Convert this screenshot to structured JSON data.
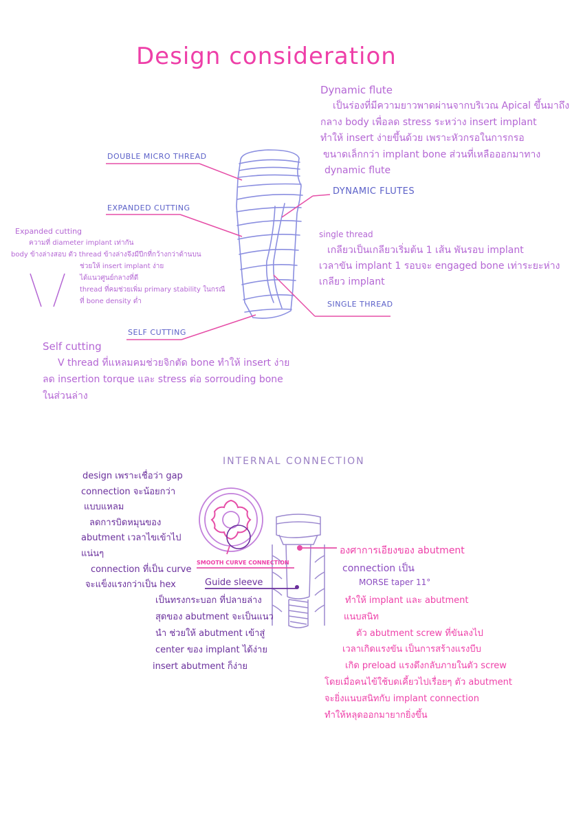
{
  "title": "Design consideration",
  "colors": {
    "pink": "#ee3fa8",
    "purple": "#b466d4",
    "violet": "#8b4bc0",
    "blue": "#5b60c8",
    "dark": "#6a2f9c"
  },
  "implant_diagram": {
    "labels": {
      "double_micro_thread": "DOUBLE MICRO THREAD",
      "expanded_cutting": "EXPANDED CUTTING",
      "self_cutting": "SELF CUTTING",
      "dynamic_flutes": "DYNAMIC    FLUTES",
      "single_thread": "SINGLE THREAD"
    }
  },
  "dynamic_flute": {
    "heading": "Dynamic  flute",
    "lines": [
      "เป็นร่องที่มีความยาวพาดผ่านจากบริเวณ Apical ขึ้นมาถึง",
      "กลาง body เพื่อลด stress ระหว่าง insert implant",
      "ทำให้ insert ง่ายขึ้นด้วย เพราะหัวกรอในการกรอ",
      "ขนาดเล็กกว่า implant   bone ส่วนที่เหลือออกมาทาง",
      "dynamic flute"
    ]
  },
  "single_thread_note": {
    "heading": "single thread",
    "lines": [
      "เกลียวเป็นเกลียวเริ่มต้น 1 เส้น พันรอบ implant",
      "เวลาขัน implant 1 รอบจะ engaged bone เท่าระยะห่าง",
      "เกลียว implant"
    ]
  },
  "expanded_cutting_note": {
    "heading": "Expanded cutting",
    "lines": [
      "ความที่ diameter implant เท่ากัน",
      "body ข้างล่างสอบ ตัว thread ข้างล่างจึงมีปีกที่กว้างกว่าด้านบน",
      "ช่วยให้ insert implant ง่าย",
      "ได้แนวศูนย์กลางที่ดี",
      "thread ที่คมช่วยเพิ่ม primary stability ในกรณี",
      "ที่ bone density ต่ำ"
    ]
  },
  "self_cutting_note": {
    "heading": "Self cutting",
    "lines": [
      "V  thread ที่แหลมคมช่วยจิกตัด bone ทำให้ insert ง่าย",
      "ลด insertion torque และ stress ต่อ sorrouding bone",
      "ในส่วนล่าง"
    ]
  },
  "internal_connection": {
    "heading": "INTERNAL CONNECTION",
    "label_smooth_curve": "SMOOTH CURVE CONNECTION",
    "label_guide_sleeve": "Guide  sleeve",
    "left_lines": [
      "design เพราะเชื่อว่า gap",
      "connection จะน้อยกว่า",
      "แบบแหลม",
      "ลดการบิดหมุนของ",
      "abutment เวลาไขเข้าไป",
      "แน่นๆ",
      "connection ที่เป็น curve",
      "จะแข็งแรงกว่าเป็น hex"
    ],
    "guide_lines": [
      "เป็นทรงกระบอก ที่ปลายล่าง",
      "สุดของ abutment จะเป็นแนว",
      "นำ ช่วยให้ abutment เข้าสู่",
      "center ของ implant ได้ง่าย",
      "insert abutment ก็ง่าย"
    ],
    "right_purple_lines": [
      "connection  เป็น",
      "MORSE  taper 11°"
    ],
    "right_pink_lines": [
      "องศาการเอียงของ abutment",
      "ทำให้ implant และ abutment",
      "แนบสนิท",
      "ตัว abutment screw ที่ขันลงไป",
      "เวลาเกิดแรงขัน เป็นการสร้างแรงบีบ",
      "เกิด preload แรงดึงกลับภายในตัว screw",
      "โดยเมื่อคนไข้ใช้บดเคี้ยวไปเรื่อยๆ ตัว abutment",
      "จะยิ่งแนบสนิทกับ implant  connection",
      "ทำให้หลุดออกมายากยิ่งขึ้น"
    ]
  }
}
